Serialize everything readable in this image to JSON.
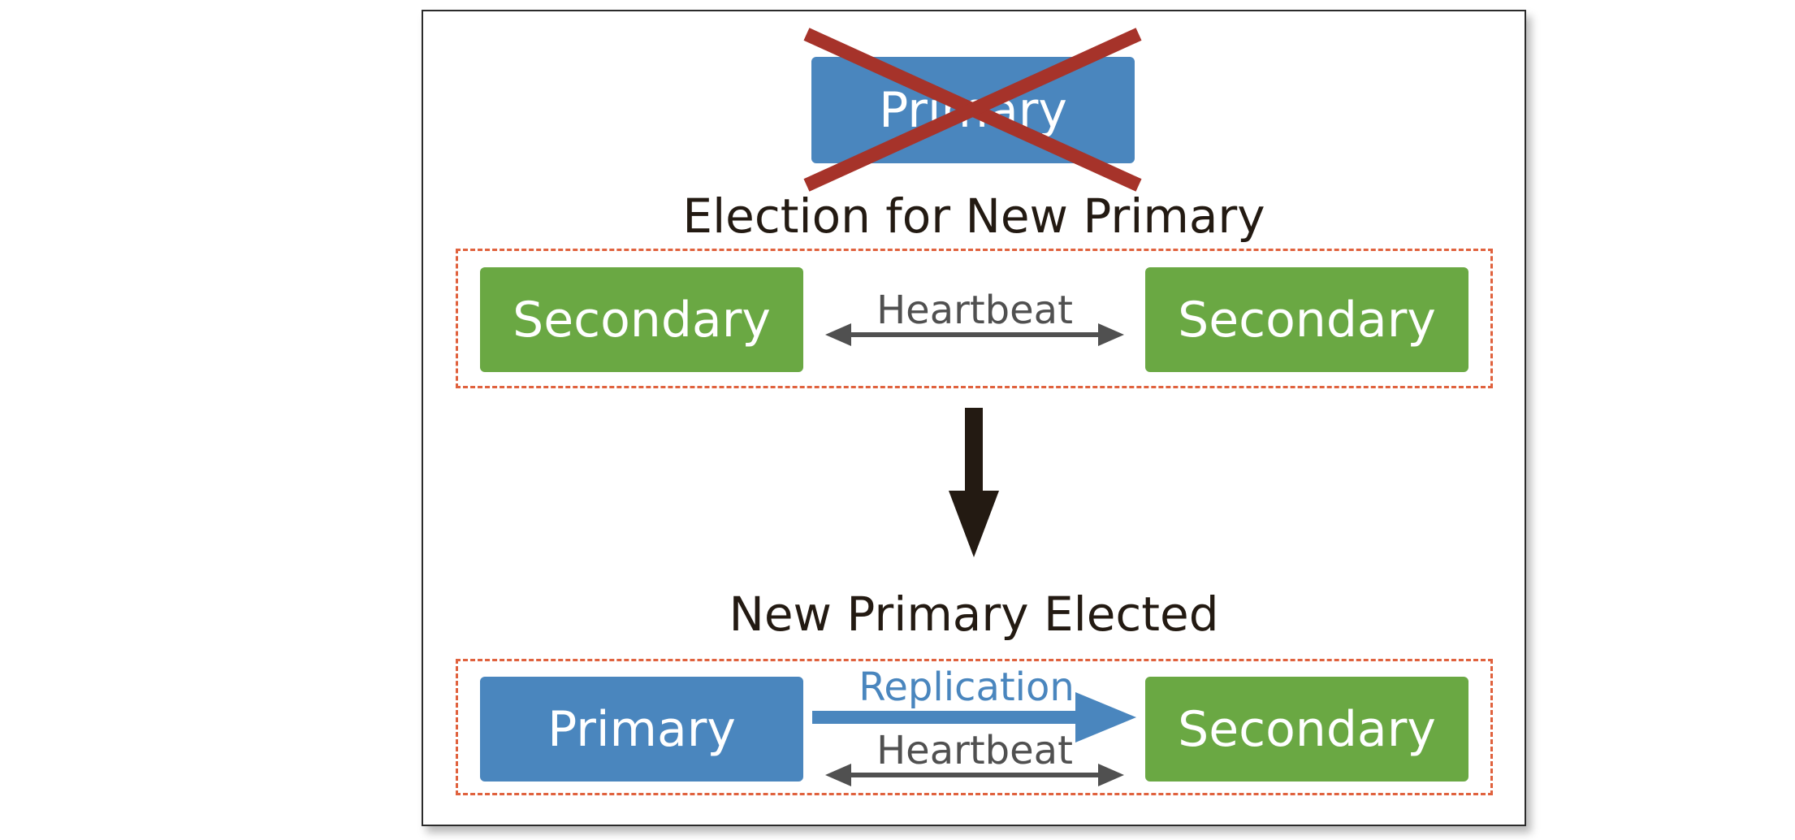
{
  "failed_node": {
    "label": "Primary"
  },
  "election": {
    "title": "Election for New Primary",
    "left_node": "Secondary",
    "right_node": "Secondary",
    "link_label": "Heartbeat"
  },
  "result": {
    "title": "New Primary Elected",
    "left_node": "Primary",
    "right_node": "Secondary",
    "replication_label": "Replication",
    "heartbeat_label": "Heartbeat"
  },
  "colors": {
    "primary": "#4a86be",
    "secondary": "#6aa843",
    "cross": "#a6332a",
    "dashed_border": "#e0623e",
    "arrow_dark": "#231a12"
  }
}
